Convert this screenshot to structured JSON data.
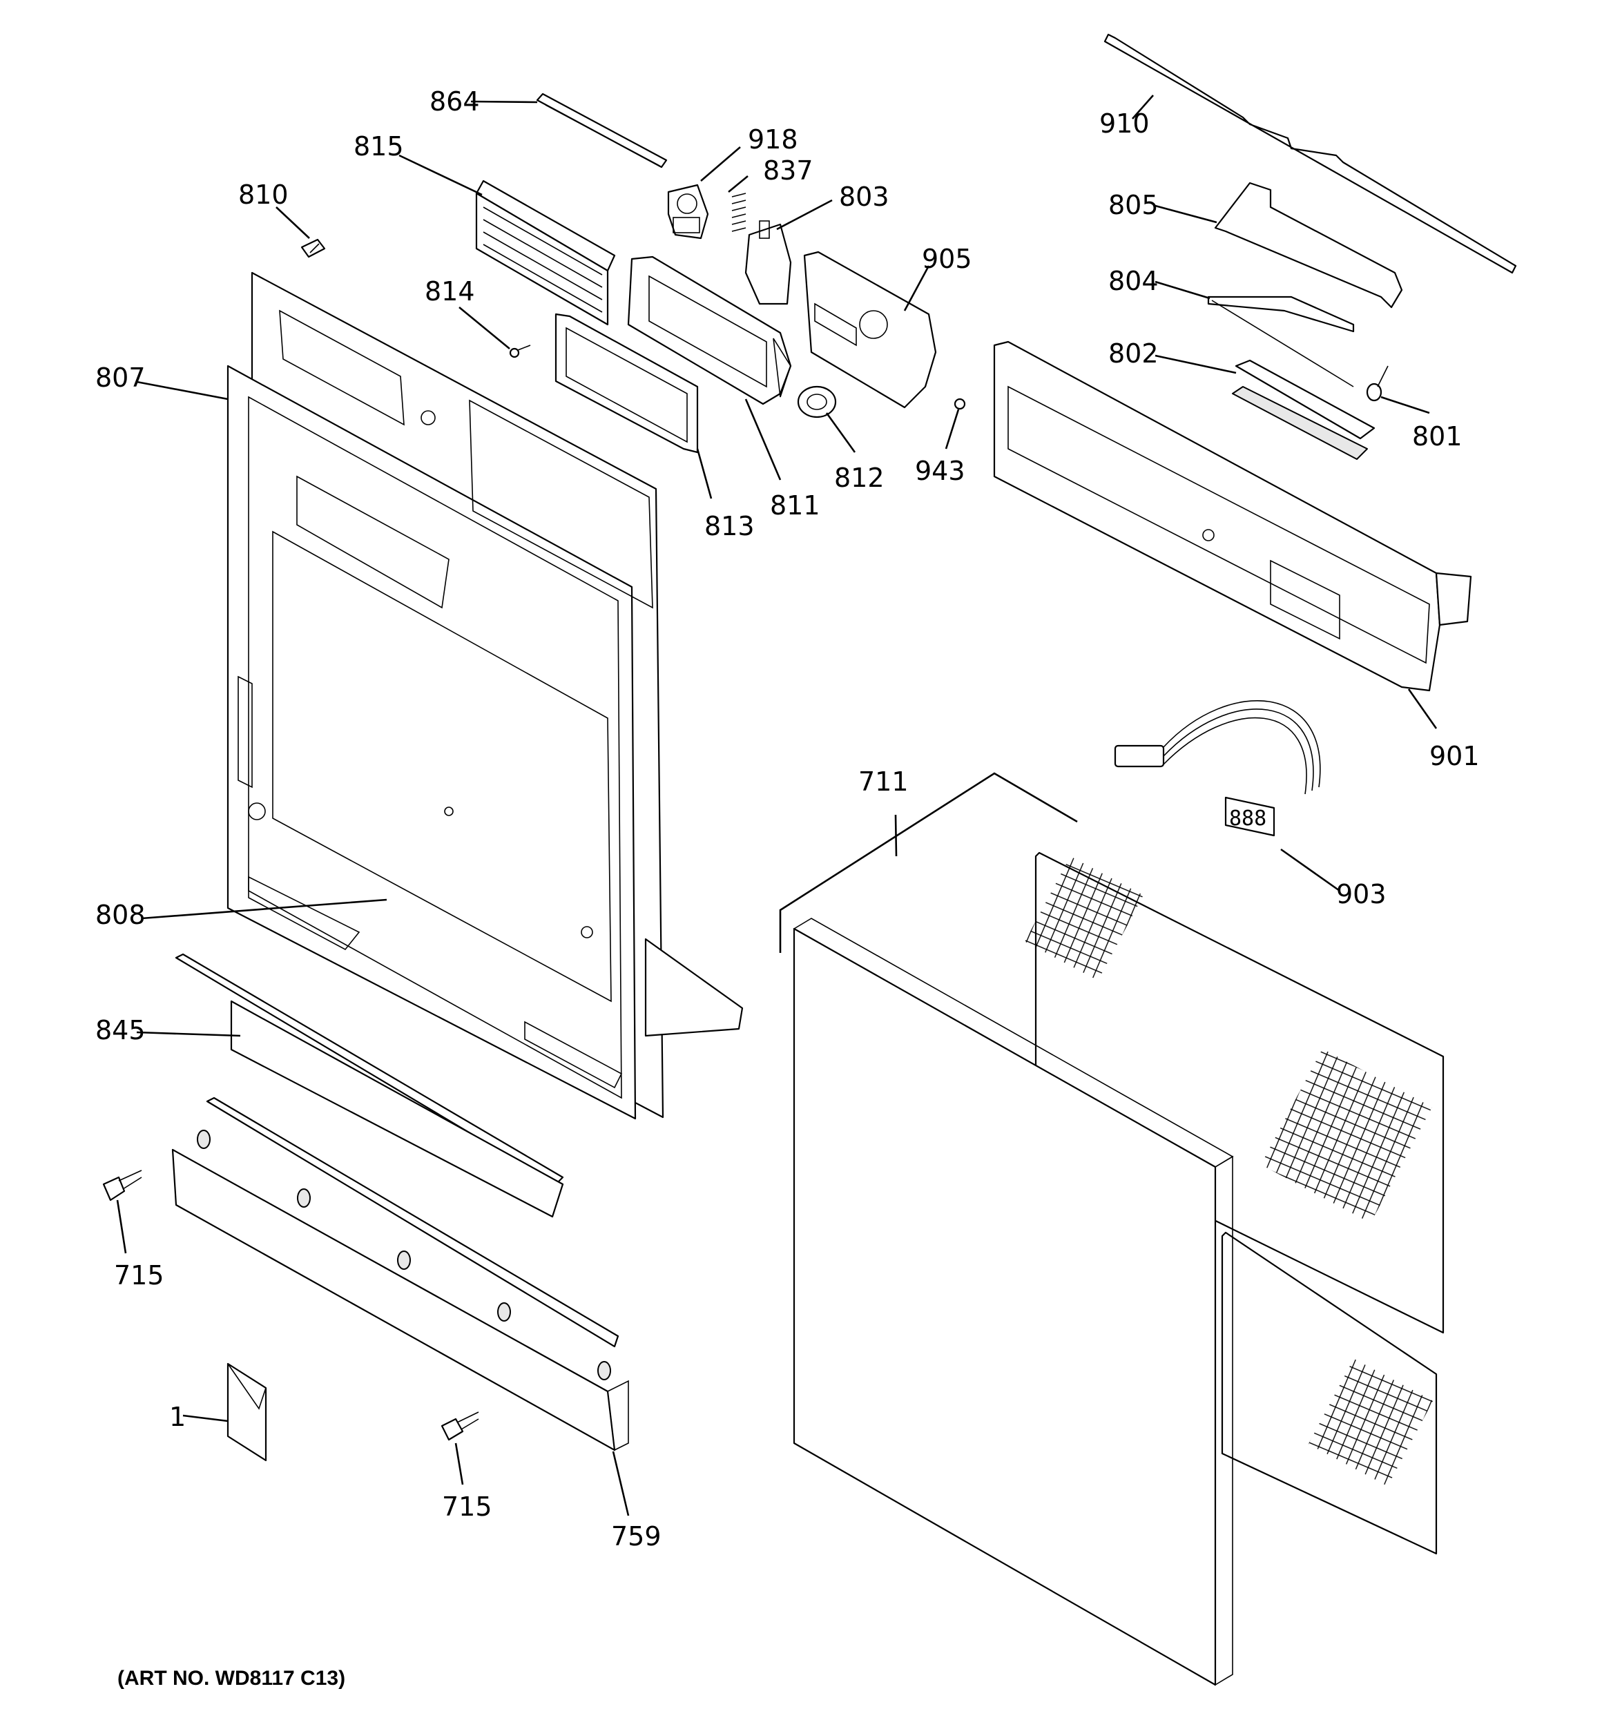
{
  "diagram": {
    "art_number": "(ART NO. WD8117 C13)",
    "callouts": [
      "864",
      "918",
      "837",
      "803",
      "815",
      "810",
      "905",
      "814",
      "807",
      "813",
      "811",
      "812",
      "943",
      "910",
      "805",
      "804",
      "802",
      "801",
      "901",
      "711",
      "903",
      "808",
      "845",
      "715",
      "1",
      "715",
      "759"
    ]
  }
}
